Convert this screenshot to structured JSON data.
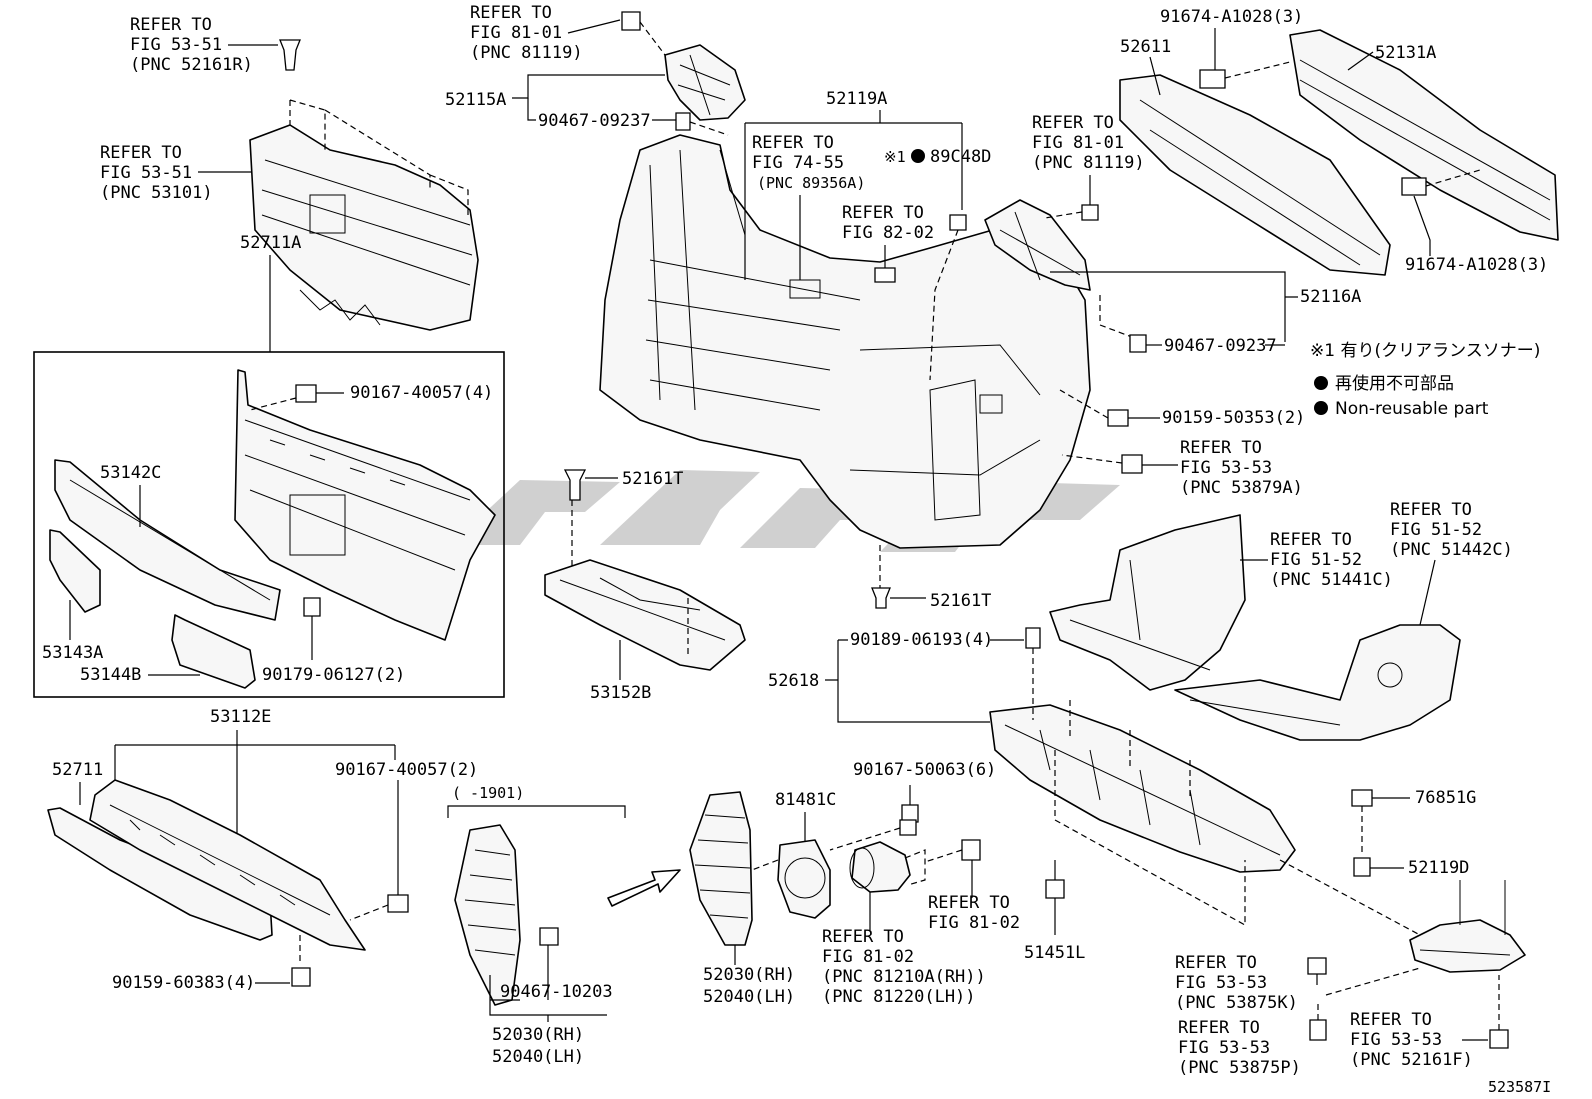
{
  "notes": {
    "note1": "※1 有り(クリアランスソナー)",
    "legend_nonreusable_jp": "再使用不可部品",
    "legend_nonreusable_en": "Non-reusable part",
    "diagram_id": "523587I"
  },
  "labels": {
    "ref_53_51_a_1": "REFER TO",
    "ref_53_51_a_2": "FIG 53-51",
    "ref_53_51_a_3": "(PNC 52161R)",
    "ref_53_51_b_1": "REFER TO",
    "ref_53_51_b_2": "FIG 53-51",
    "ref_53_51_b_3": "(PNC 53101)",
    "ref_81_01_a_1": "REFER TO",
    "ref_81_01_a_2": "FIG 81-01",
    "ref_81_01_a_3": "(PNC 81119)",
    "p52115A": "52115A",
    "p90467_09237_a": "90467-09237",
    "p52119A": "52119A",
    "ref_74_55_1": "REFER TO",
    "ref_74_55_2": "FIG 74-55",
    "ref_74_55_3": "(PNC 89356A)",
    "note1_mark": "※1",
    "p89C48D": "89C48D",
    "ref_82_02_1": "REFER TO",
    "ref_82_02_2": "FIG 82-02",
    "p91674_top": "91674-A1028(3)",
    "p52611": "52611",
    "p52131A": "52131A",
    "ref_81_01_b_1": "REFER TO",
    "ref_81_01_b_2": "FIG 81-01",
    "ref_81_01_b_3": "(PNC 81119)",
    "p91674_bottom": "91674-A1028(3)",
    "p52116A": "52116A",
    "p90467_09237_b": "90467-09237",
    "p52711A": "52711A",
    "p90167_40057_4": "90167-40057(4)",
    "p53142C": "53142C",
    "p53143A": "53143A",
    "p53144B": "53144B",
    "p90179_06127": "90179-06127(2)",
    "p52161T_a": "52161T",
    "p53152B": "53152B",
    "p52161T_b": "52161T",
    "p90159_50353": "90159-50353(2)",
    "ref_53_53_a_1": "REFER TO",
    "ref_53_53_a_2": "FIG 53-53",
    "ref_53_53_a_3": "(PNC 53879A)",
    "ref_51_52_a_1": "REFER TO",
    "ref_51_52_a_2": "FIG 51-52",
    "ref_51_52_a_3": "(PNC 51441C)",
    "ref_51_52_b_1": "REFER TO",
    "ref_51_52_b_2": "FIG 51-52",
    "ref_51_52_b_3": "(PNC 51442C)",
    "p90189_06193": "90189-06193(4)",
    "p52618": "52618",
    "p53112E": "53112E",
    "p52711": "52711",
    "p90167_40057_2": "90167-40057(2)",
    "p90159_60383": "90159-60383(4)",
    "range_1901": "(   -1901)",
    "p90467_10203": "90467-10203",
    "p52030_a": "52030(RH)",
    "p52040_a": "52040(LH)",
    "p52030_b": "52030(RH)",
    "p52040_b": "52040(LH)",
    "p81481C": "81481C",
    "p90167_50063": "90167-50063(6)",
    "ref_81_02_a_1": "REFER TO",
    "ref_81_02_a_2": "FIG 81-02",
    "ref_81_02_b_1": "REFER TO",
    "ref_81_02_b_2": "FIG 81-02",
    "ref_81_02_b_3": "(PNC 81210A(RH))",
    "ref_81_02_b_4": "(PNC 81220(LH))",
    "p51451L": "51451L",
    "p76851G": "76851G",
    "p52119D": "52119D",
    "ref_53_53_b_1": "REFER TO",
    "ref_53_53_b_2": "FIG 53-53",
    "ref_53_53_b_3": "(PNC 53875K)",
    "ref_53_53_c_1": "REFER TO",
    "ref_53_53_c_2": "FIG 53-53",
    "ref_53_53_c_3": "(PNC 53875P)",
    "ref_53_53_d_1": "REFER TO",
    "ref_53_53_d_2": "FIG 53-53",
    "ref_53_53_d_3": "(PNC 52161F)"
  }
}
